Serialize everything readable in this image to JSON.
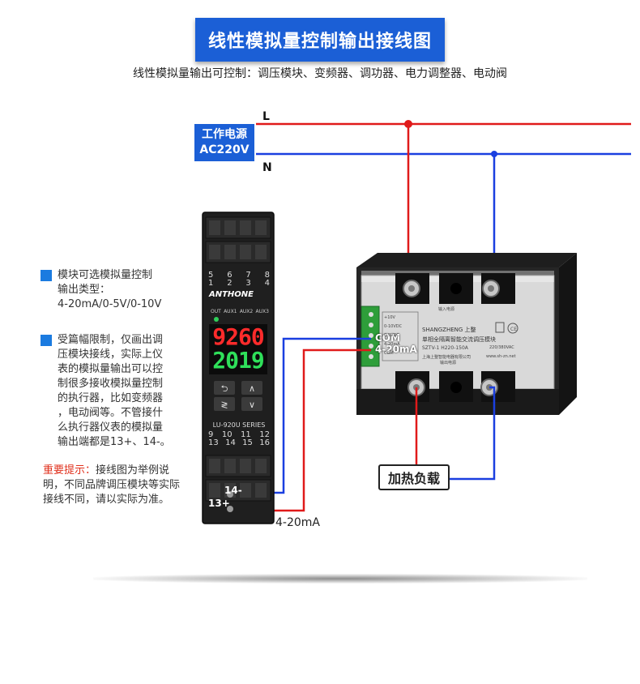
{
  "title": "线性模拟量控制输出接线图",
  "subtitle": "线性模拟量输出可控制：调压模块、变频器、调功器、电力调整器、电动阀",
  "power": {
    "line1": "工作电源",
    "line2": "AC220V",
    "L": "L",
    "N": "N"
  },
  "notes": [
    {
      "lines": [
        "模块可选模拟量控制",
        "输出类型：",
        "4-20mA/0-5V/0-10V"
      ]
    },
    {
      "lines": [
        "受篇幅限制，仅画出调",
        "压模块接线，实际上仪",
        "表的模拟量输出可以控",
        "制很多接收模拟量控制",
        "的执行器，比如变频器",
        "，电动阀等。不管接什",
        "么执行器仪表的模拟量",
        "输出端都是13+、14-。"
      ]
    }
  ],
  "warning": {
    "label": "重要提示：",
    "text": "接线图为举例说明，不同品牌调压模块等实际接线不同，请以实际为准。"
  },
  "controller": {
    "top_numbers": [
      "5",
      "6",
      "7",
      "8",
      "1",
      "2",
      "3",
      "4"
    ],
    "brand": "ANTHONE",
    "indicators": [
      "OUT",
      "AUX1",
      "AUX2",
      "AUX3"
    ],
    "pv": "9260",
    "sv": "2019",
    "model": "LU-920U SERIES",
    "bottom_numbers": [
      "9",
      "10",
      "11",
      "12",
      "13",
      "14",
      "15",
      "16"
    ],
    "terminal_minus": "14-",
    "terminal_plus": "13+"
  },
  "module": {
    "com": "COM",
    "ma": "4-20mA",
    "brand": "SHANGZHENG",
    "brand_cn": "上整",
    "desc": "单相全隔离智能交流调压模块",
    "model": "SZTV-1  H220-150A",
    "volt": "220/380VAC",
    "company": "上海上整智能电器有限公司",
    "input_label": "输入电源",
    "output_label": "输出电源",
    "pins": [
      "+10V",
      "0-10VDC",
      "0-5VDC",
      "4-20mA",
      "COM"
    ],
    "website": "www.sh-zn.net"
  },
  "load": "加热负载",
  "ma_bottom": "4-20mA",
  "colors": {
    "live": "#e01a1a",
    "neutral": "#1a3fe0",
    "accent": "#1b5fd6"
  }
}
